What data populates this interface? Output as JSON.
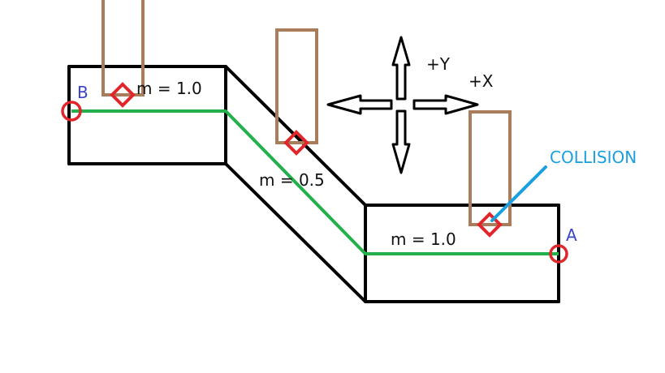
{
  "labels": {
    "mass_left": "m = 1.0",
    "mass_slope": "m = 0.5",
    "mass_right": "m = 1.0",
    "plus_y": "+Y",
    "plus_x": "+X",
    "collision": "COLLISION",
    "point_a": "A",
    "point_b": "B"
  },
  "colors": {
    "outline": "#000000",
    "path": "#22b04a",
    "marker": "#e0262b",
    "box": "#a97c5c",
    "collision_text": "#1a9fe0",
    "point_label": "#3a44c8"
  }
}
